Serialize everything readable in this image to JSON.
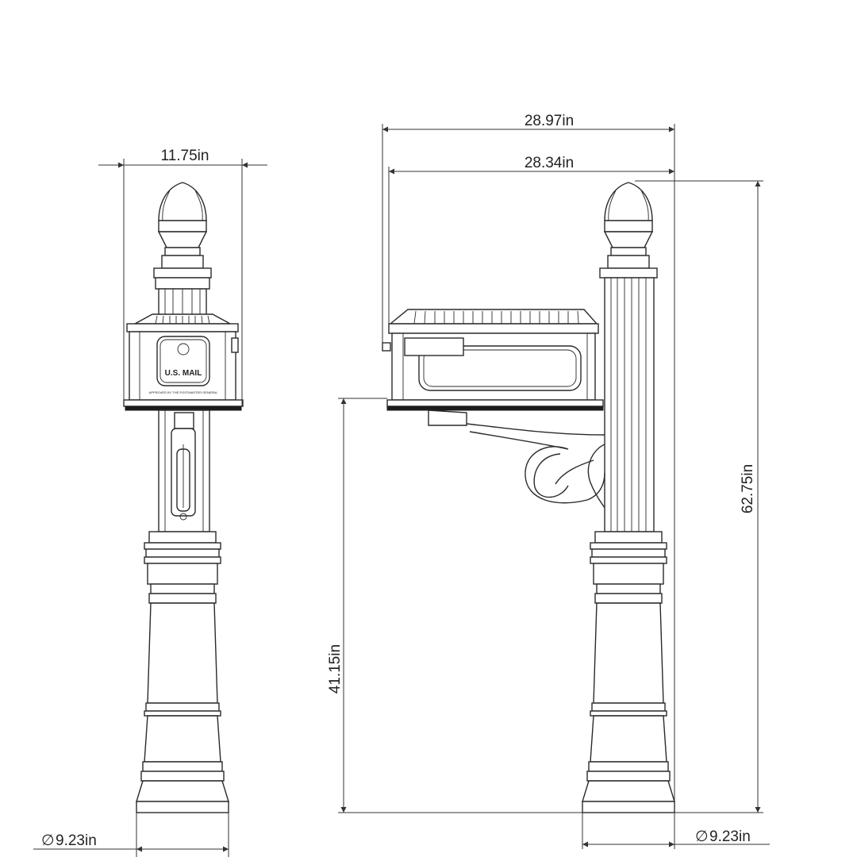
{
  "dimensions": {
    "front_width": "11.75in",
    "front_diameter": "9.23in",
    "side_total_length": "28.97in",
    "side_box_length": "28.34in",
    "side_total_height": "62.75in",
    "side_box_height": "41.15in",
    "side_diameter": "9.23in",
    "diameter_symbol": "∅"
  },
  "mailbox_text": {
    "mail_label": "U.S. MAIL",
    "fine_print": "APPROVED BY THE POSTMASTER GENERAL"
  },
  "colors": {
    "line": "#2a2a2a",
    "background": "#ffffff"
  }
}
